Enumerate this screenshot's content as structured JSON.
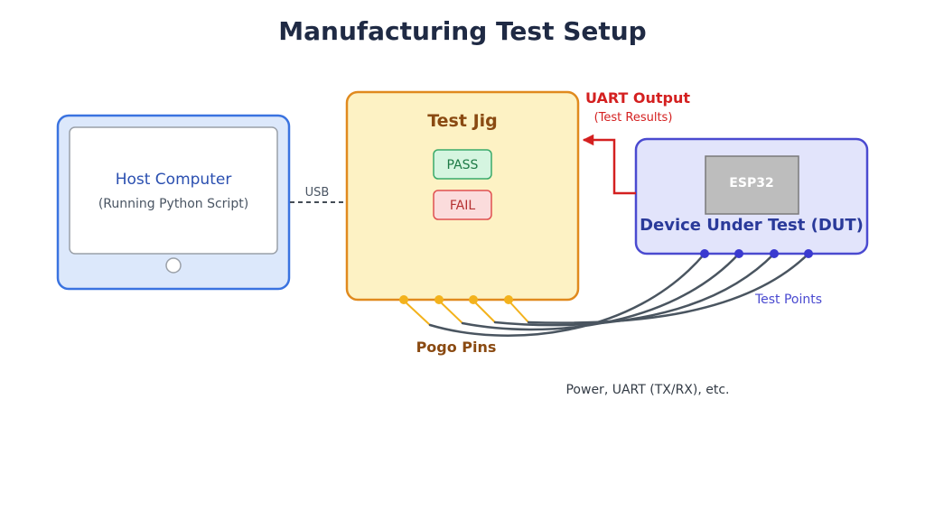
{
  "title": "Manufacturing Test Setup",
  "host": {
    "label": "Host Computer",
    "sublabel": "(Running Python Script)"
  },
  "usb_label": "USB",
  "jig": {
    "label": "Test Jig",
    "pass_label": "PASS",
    "fail_label": "FAIL",
    "pogo_label": "Pogo Pins"
  },
  "uart": {
    "label": "UART Output",
    "sublabel": "(Test Results)"
  },
  "dut": {
    "chip_label": "ESP32",
    "label": "Device Under Test (DUT)",
    "test_points_label": "Test Points"
  },
  "signals_label": "Power, UART (TX/RX), etc.",
  "colors": {
    "title": "#1f2a44",
    "host_border": "#3a73e0",
    "host_fill": "#dce8fb",
    "jig_border": "#e08a1e",
    "jig_fill": "#fdf2c4",
    "jig_text": "#8a4a12",
    "pass_fill": "#d5f5e0",
    "pass_border": "#3aaa6a",
    "pass_text": "#1d7a45",
    "fail_fill": "#fbdcdc",
    "fail_border": "#e05050",
    "fail_text": "#b53030",
    "uart": "#d42020",
    "dut_border": "#4a4ad0",
    "dut_fill": "#e2e4fb",
    "dut_text": "#2a3a9a",
    "chip_fill": "#bdbdbd",
    "chip_border": "#7a7a7a",
    "pin": "#f3b21c",
    "test_point": "#3a3ad0",
    "cable": "#4a5560"
  }
}
